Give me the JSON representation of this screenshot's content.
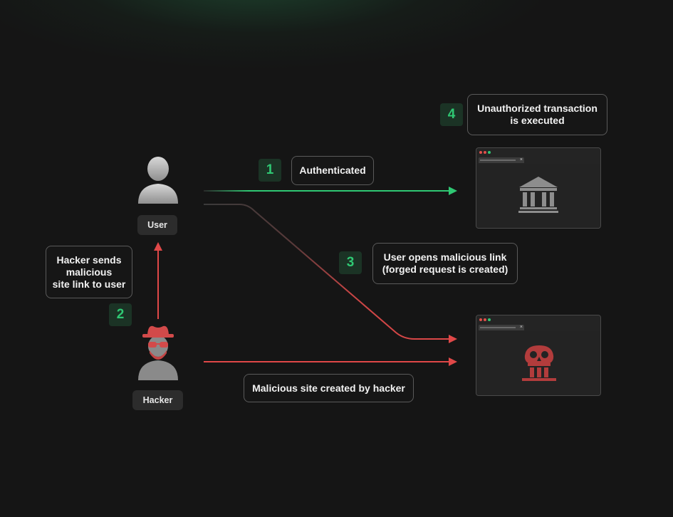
{
  "actors": {
    "user": {
      "label": "User",
      "icon": "person-icon"
    },
    "hacker": {
      "label": "Hacker",
      "icon": "hacker-icon"
    }
  },
  "steps": [
    {
      "number": "1",
      "label": "Authenticated"
    },
    {
      "number": "2",
      "label": "Hacker sends\nmalicious\nsite link to user"
    },
    {
      "number": "3",
      "label": "User opens malicious link\n(forged request is created)"
    },
    {
      "number": "4",
      "label": "Unauthorized transaction\nis executed"
    }
  ],
  "malicious_site_label": "Malicious site created by hacker",
  "sites": {
    "bank": {
      "icon": "bank-icon",
      "tab_close": "×"
    },
    "malicious": {
      "icon": "skull-bank-icon",
      "tab_close": "×"
    }
  },
  "colors": {
    "background": "#151515",
    "accent_green": "#2fc873",
    "arrow_red": "#e04848",
    "step_badge_bg": "#1b3325"
  }
}
